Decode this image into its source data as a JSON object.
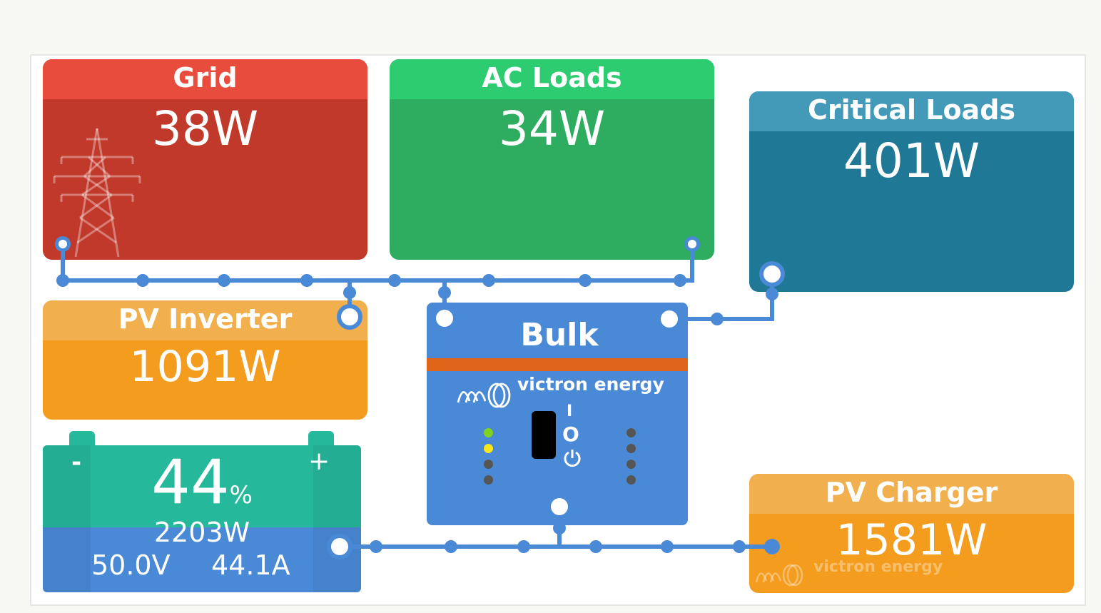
{
  "grid": {
    "title": "Grid",
    "power": "38W"
  },
  "ac_loads": {
    "title": "AC Loads",
    "power": "34W"
  },
  "critical_loads": {
    "title": "Critical Loads",
    "power": "401W"
  },
  "pv_inverter": {
    "title": "PV Inverter",
    "power": "1091W"
  },
  "pv_charger": {
    "title": "PV Charger",
    "power": "1581W",
    "brand": "victron energy"
  },
  "battery": {
    "soc": "44",
    "soc_unit": "%",
    "soc_fraction": 0.44,
    "power": "2203W",
    "voltage": "50.0V",
    "current": "44.1A",
    "minus": "-",
    "plus": "+"
  },
  "inverter": {
    "state": "Bulk",
    "brand": "victron energy",
    "switch_on": "I",
    "switch_off": "O"
  },
  "colors": {
    "grid": "#c0392b",
    "grid_header": "#e74c3c",
    "ac_loads": "#2eac5f",
    "ac_loads_header": "#2ecc71",
    "critical": "#1e7896",
    "critical_header": "#4299b8",
    "pv": "#f39c1e",
    "pv_header": "#f1b04d",
    "battery_fill": "#25b89b",
    "battery_empty": "#4a89d6",
    "inverter": "#4a89d6",
    "inverter_stripe": "#e06518",
    "wire": "#4a89d6"
  }
}
